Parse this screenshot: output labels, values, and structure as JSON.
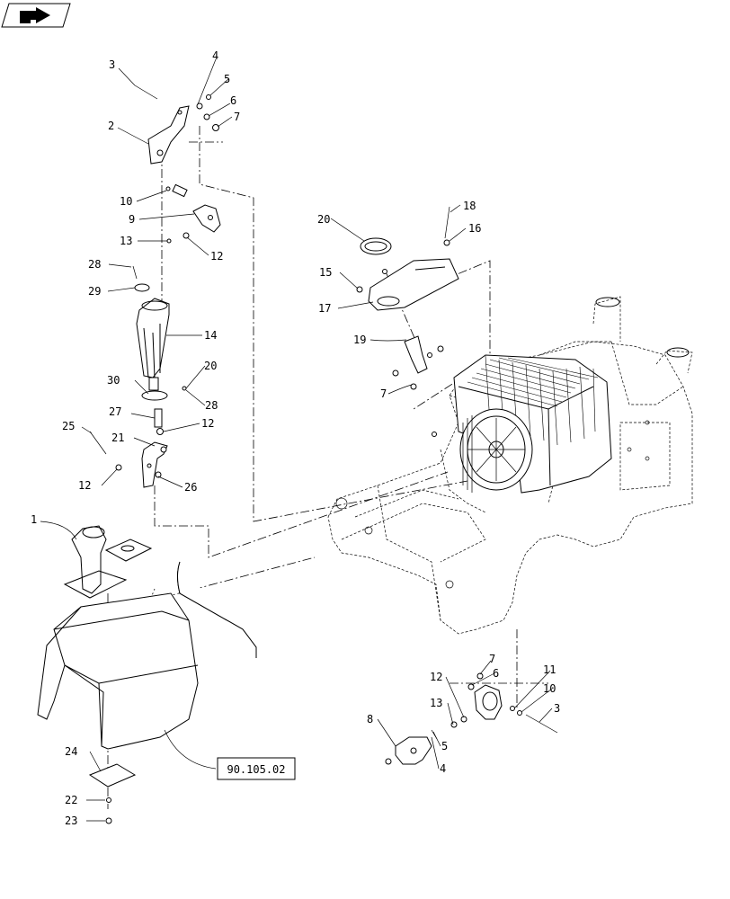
{
  "nav": {
    "icon": "next-page-arrow-icon"
  },
  "reference_box": {
    "text": "90.105.02"
  },
  "callouts": {
    "c1": "1",
    "c2": "2",
    "c3a": "3",
    "c3b": "3",
    "c4a": "4",
    "c4b": "4",
    "c5a": "5",
    "c5b": "5",
    "c6a": "6",
    "c6b": "6",
    "c7a": "7",
    "c7b": "7",
    "c7c": "7",
    "c8": "8",
    "c9": "9",
    "c10a": "10",
    "c10b": "10",
    "c11": "11",
    "c12a": "12",
    "c12b": "12",
    "c12c": "12",
    "c12d": "12",
    "c13a": "13",
    "c13b": "13",
    "c14": "14",
    "c15": "15",
    "c16": "16",
    "c17": "17",
    "c18": "18",
    "c19": "19",
    "c20a": "20",
    "c20b": "20",
    "c21": "21",
    "c22": "22",
    "c23": "23",
    "c24": "24",
    "c25": "25",
    "c26": "26",
    "c27": "27",
    "c28a": "28",
    "c28b": "28",
    "c29": "29",
    "c30": "30"
  }
}
